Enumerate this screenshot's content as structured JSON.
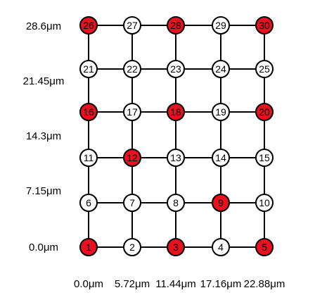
{
  "y_labels": [
    "28.6μm",
    "21.45μm",
    "14.3μm",
    "7.15μm",
    "0.0μm"
  ],
  "x_labels": [
    "0.0μm",
    "5.72μm",
    "11.44μm",
    "17.16μm",
    "22.88μm"
  ],
  "colors": {
    "highlight": "#e8111f",
    "normal": "#ffffff",
    "edge": "#000000"
  },
  "grid": {
    "columns": 5,
    "rows": 6,
    "nodes": [
      {
        "id": 1,
        "label": "1",
        "col": 0,
        "row": 0,
        "highlighted": true
      },
      {
        "id": 2,
        "label": "2",
        "col": 1,
        "row": 0,
        "highlighted": false
      },
      {
        "id": 3,
        "label": "3",
        "col": 2,
        "row": 0,
        "highlighted": true
      },
      {
        "id": 4,
        "label": "4",
        "col": 3,
        "row": 0,
        "highlighted": false
      },
      {
        "id": 5,
        "label": "5",
        "col": 4,
        "row": 0,
        "highlighted": true
      },
      {
        "id": 6,
        "label": "6",
        "col": 0,
        "row": 1,
        "highlighted": false
      },
      {
        "id": 7,
        "label": "7",
        "col": 1,
        "row": 1,
        "highlighted": false
      },
      {
        "id": 8,
        "label": "8",
        "col": 2,
        "row": 1,
        "highlighted": false
      },
      {
        "id": 9,
        "label": "9",
        "col": 3,
        "row": 1,
        "highlighted": true
      },
      {
        "id": 10,
        "label": "10",
        "col": 4,
        "row": 1,
        "highlighted": false
      },
      {
        "id": 11,
        "label": "11",
        "col": 0,
        "row": 2,
        "highlighted": false
      },
      {
        "id": 12,
        "label": "12",
        "col": 1,
        "row": 2,
        "highlighted": true
      },
      {
        "id": 13,
        "label": "13",
        "col": 2,
        "row": 2,
        "highlighted": false
      },
      {
        "id": 14,
        "label": "14",
        "col": 3,
        "row": 2,
        "highlighted": false
      },
      {
        "id": 15,
        "label": "15",
        "col": 4,
        "row": 2,
        "highlighted": false
      },
      {
        "id": 16,
        "label": "16",
        "col": 0,
        "row": 3,
        "highlighted": true
      },
      {
        "id": 17,
        "label": "17",
        "col": 1,
        "row": 3,
        "highlighted": false
      },
      {
        "id": 18,
        "label": "18",
        "col": 2,
        "row": 3,
        "highlighted": true
      },
      {
        "id": 19,
        "label": "19",
        "col": 3,
        "row": 3,
        "highlighted": false
      },
      {
        "id": 20,
        "label": "20",
        "col": 4,
        "row": 3,
        "highlighted": true
      },
      {
        "id": 21,
        "label": "21",
        "col": 0,
        "row": 4,
        "highlighted": false
      },
      {
        "id": 22,
        "label": "22",
        "col": 1,
        "row": 4,
        "highlighted": false
      },
      {
        "id": 23,
        "label": "23",
        "col": 2,
        "row": 4,
        "highlighted": false
      },
      {
        "id": 24,
        "label": "24",
        "col": 3,
        "row": 4,
        "highlighted": false
      },
      {
        "id": 25,
        "label": "25",
        "col": 4,
        "row": 4,
        "highlighted": false
      },
      {
        "id": 26,
        "label": "26",
        "col": 0,
        "row": 5,
        "highlighted": true
      },
      {
        "id": 27,
        "label": "27",
        "col": 1,
        "row": 5,
        "highlighted": false
      },
      {
        "id": 28,
        "label": "28",
        "col": 2,
        "row": 5,
        "highlighted": true
      },
      {
        "id": 29,
        "label": "29",
        "col": 3,
        "row": 5,
        "highlighted": false
      },
      {
        "id": 30,
        "label": "30",
        "col": 4,
        "row": 5,
        "highlighted": true
      }
    ]
  }
}
